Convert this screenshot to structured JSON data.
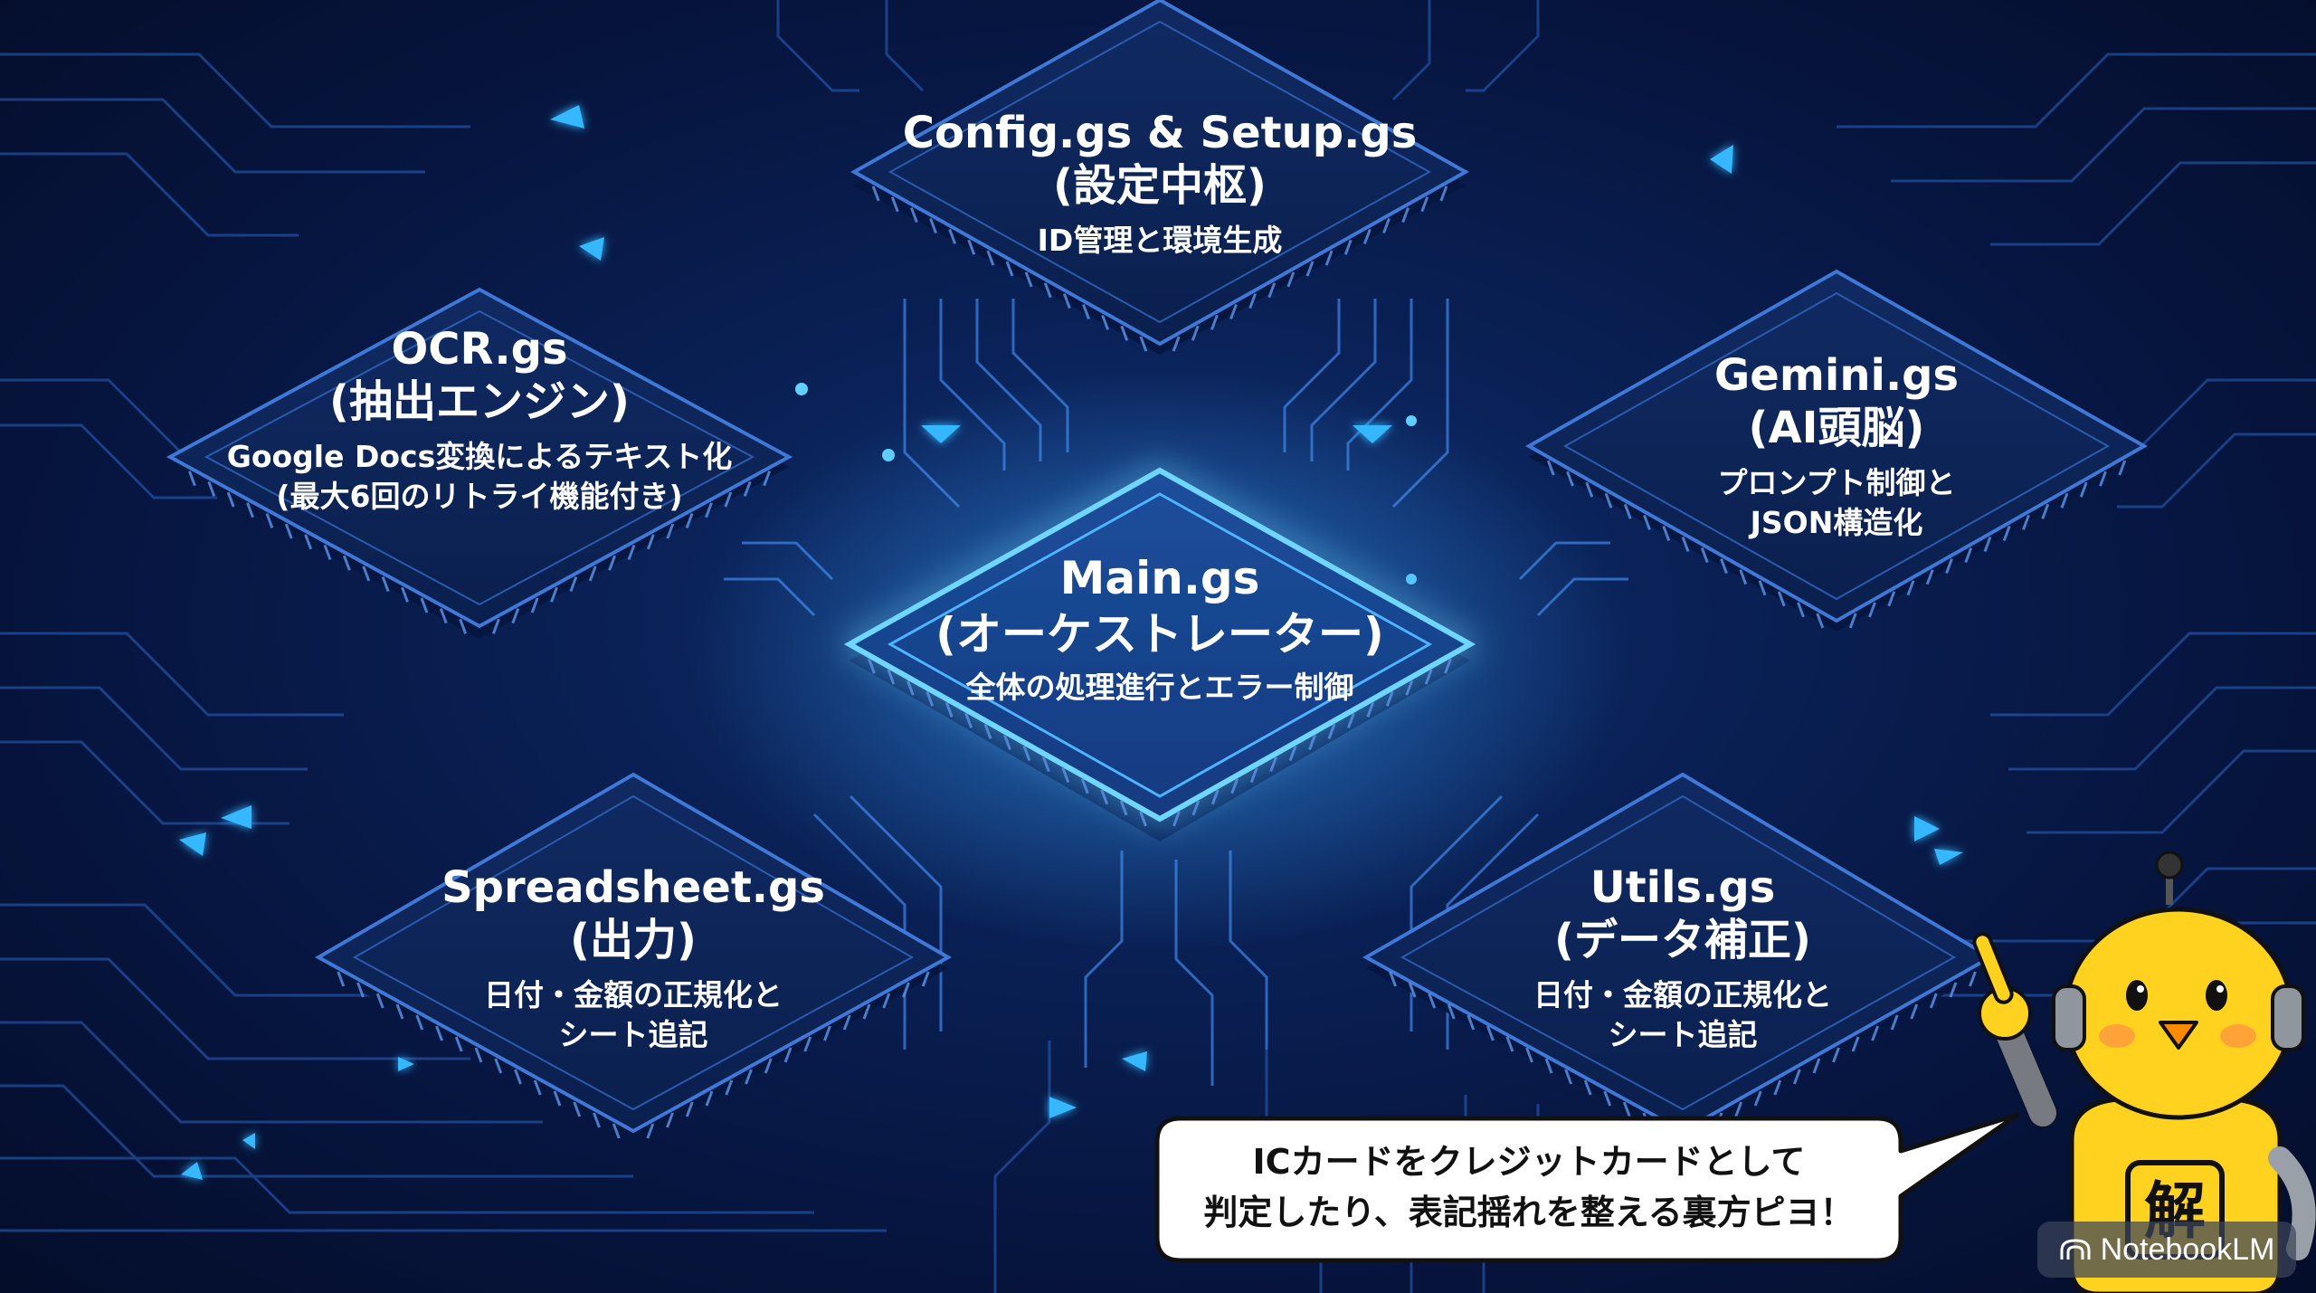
{
  "chips": {
    "config": {
      "title": "Config.gs & Setup.gs",
      "subtitle": "(設定中枢)",
      "desc": "ID管理と環境生成"
    },
    "ocr": {
      "title": "OCR.gs",
      "subtitle": "(抽出エンジン)",
      "desc_line1": "Google Docs変換によるテキスト化",
      "desc_line2": "(最大6回のリトライ機能付き)"
    },
    "gemini": {
      "title": "Gemini.gs",
      "subtitle": "(AI頭脳)",
      "desc_line1": "プロンプト制御と",
      "desc_line2": "JSON構造化"
    },
    "main": {
      "title": "Main.gs",
      "subtitle": "(オーケストレーター)",
      "desc": "全体の処理進行とエラー制御"
    },
    "spreadsheet": {
      "title": "Spreadsheet.gs",
      "subtitle": "(出力)",
      "desc_line1": "日付・金額の正規化と",
      "desc_line2": "シート追記"
    },
    "utils": {
      "title": "Utils.gs",
      "subtitle": "(データ補正)",
      "desc_line1": "日付・金額の正規化と",
      "desc_line2": "シート追記"
    }
  },
  "mascot": {
    "badge": "解",
    "icon": "robot-chick-icon"
  },
  "bubble": {
    "line1": "ICカードをクレジットカードとして",
    "line2": "判定したり、表記揺れを整える裏方ピヨ！"
  },
  "watermark": {
    "label": "NotebookLM",
    "icon": "notebooklm-logo-icon"
  },
  "colors": {
    "background": "#071743",
    "trace": "#3d7fe0",
    "glow": "#5fd0ff",
    "chip": "#0c2356",
    "mascot": "#ffd21f"
  }
}
